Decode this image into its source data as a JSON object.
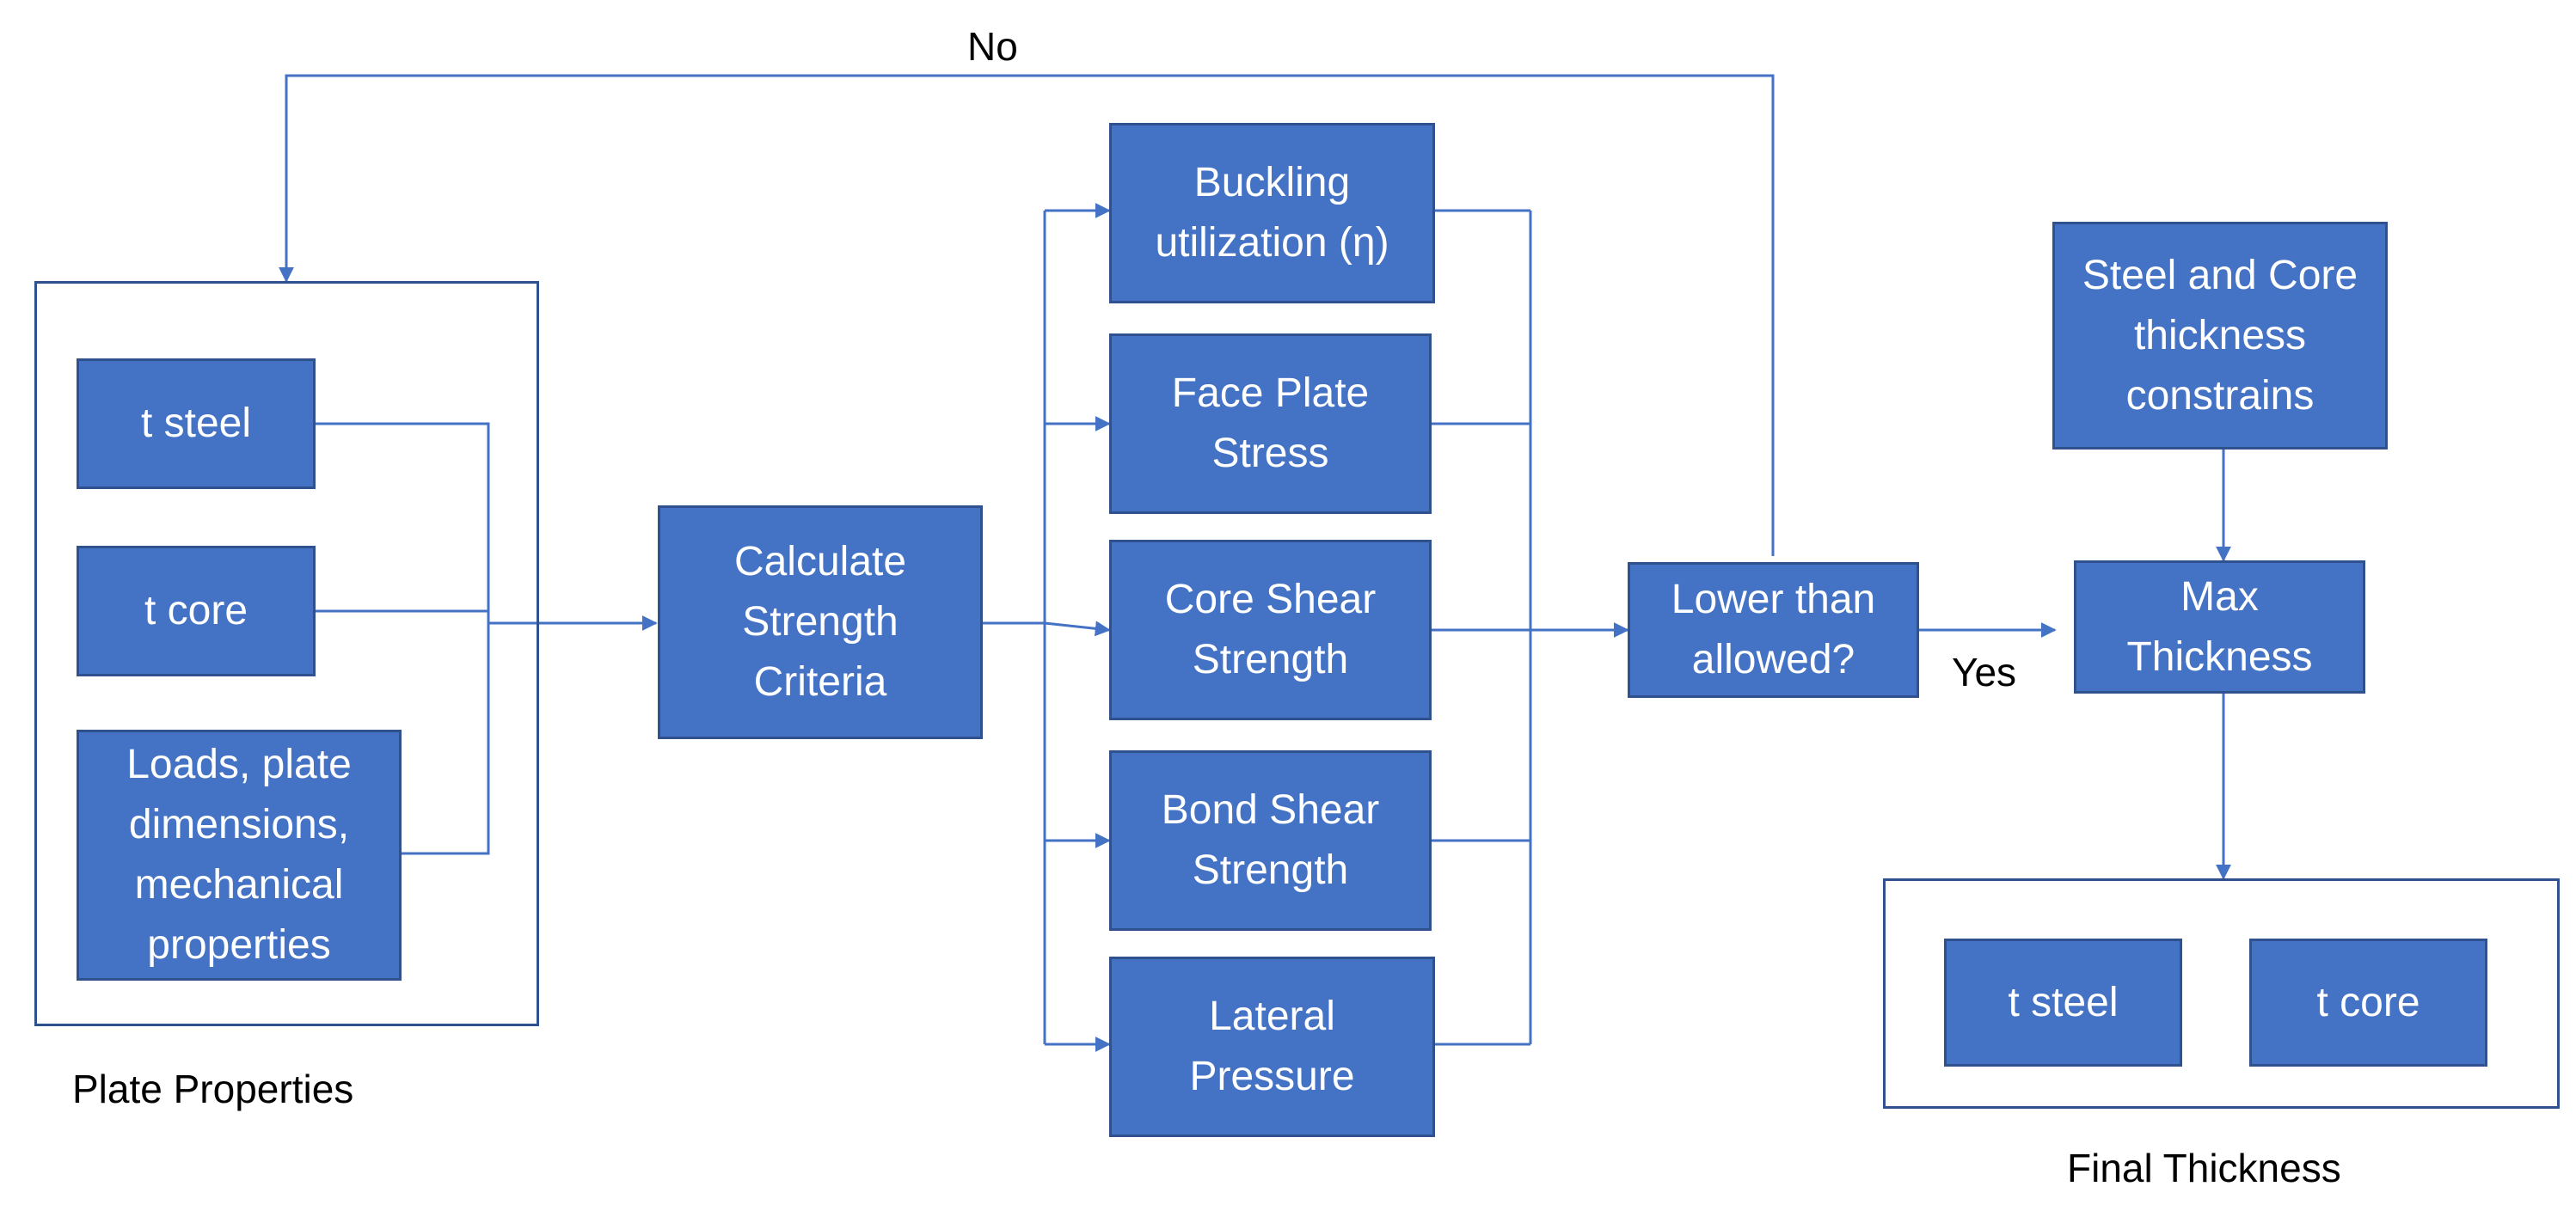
{
  "colors": {
    "box_fill": "#4472c4",
    "box_border": "#2f528f",
    "line": "#4472c4",
    "text_on_box": "#ffffff"
  },
  "plate_properties": {
    "caption": "Plate Properties",
    "t_steel": "t steel",
    "t_core": "t core",
    "loads": "Loads, plate\ndimensions,\nmechanical\nproperties"
  },
  "calculate": "Calculate\nStrength\nCriteria",
  "criteria": {
    "buckling": "Buckling\nutilization (η)",
    "face_plate": "Face Plate\nStress",
    "core_shear": "Core Shear\nStrength",
    "bond_shear": "Bond Shear\nStrength",
    "lateral": "Lateral\nPressure"
  },
  "decision": {
    "label": "Lower than\nallowed?",
    "no": "No",
    "yes": "Yes"
  },
  "constraints": "Steel and Core\nthickness\nconstrains",
  "max_thickness": "Max\nThickness",
  "final_thickness": {
    "caption": "Final Thickness",
    "t_steel": "t steel",
    "t_core": "t core"
  }
}
